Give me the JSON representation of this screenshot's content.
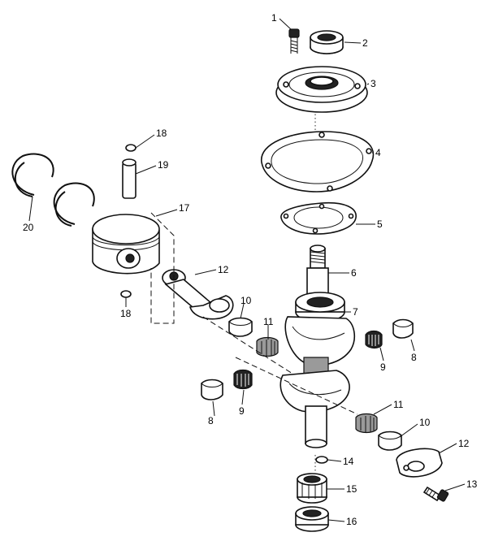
{
  "diagram": {
    "callouts": [
      {
        "id": "c1",
        "text": "1"
      },
      {
        "id": "c2",
        "text": "2"
      },
      {
        "id": "c3",
        "text": "3"
      },
      {
        "id": "c4",
        "text": "4"
      },
      {
        "id": "c5",
        "text": "5"
      },
      {
        "id": "c6",
        "text": "6"
      },
      {
        "id": "c7",
        "text": "7"
      },
      {
        "id": "c8a",
        "text": "8"
      },
      {
        "id": "c8b",
        "text": "8"
      },
      {
        "id": "c9a",
        "text": "9"
      },
      {
        "id": "c9b",
        "text": "9"
      },
      {
        "id": "c10a",
        "text": "10"
      },
      {
        "id": "c10b",
        "text": "10"
      },
      {
        "id": "c11a",
        "text": "11"
      },
      {
        "id": "c11b",
        "text": "11"
      },
      {
        "id": "c12a",
        "text": "12"
      },
      {
        "id": "c12b",
        "text": "12"
      },
      {
        "id": "c13",
        "text": "13"
      },
      {
        "id": "c14",
        "text": "14"
      },
      {
        "id": "c15",
        "text": "15"
      },
      {
        "id": "c16",
        "text": "16"
      },
      {
        "id": "c17",
        "text": "17"
      },
      {
        "id": "c18a",
        "text": "18"
      },
      {
        "id": "c18b",
        "text": "18"
      },
      {
        "id": "c19",
        "text": "19"
      },
      {
        "id": "c20",
        "text": "20"
      }
    ]
  }
}
